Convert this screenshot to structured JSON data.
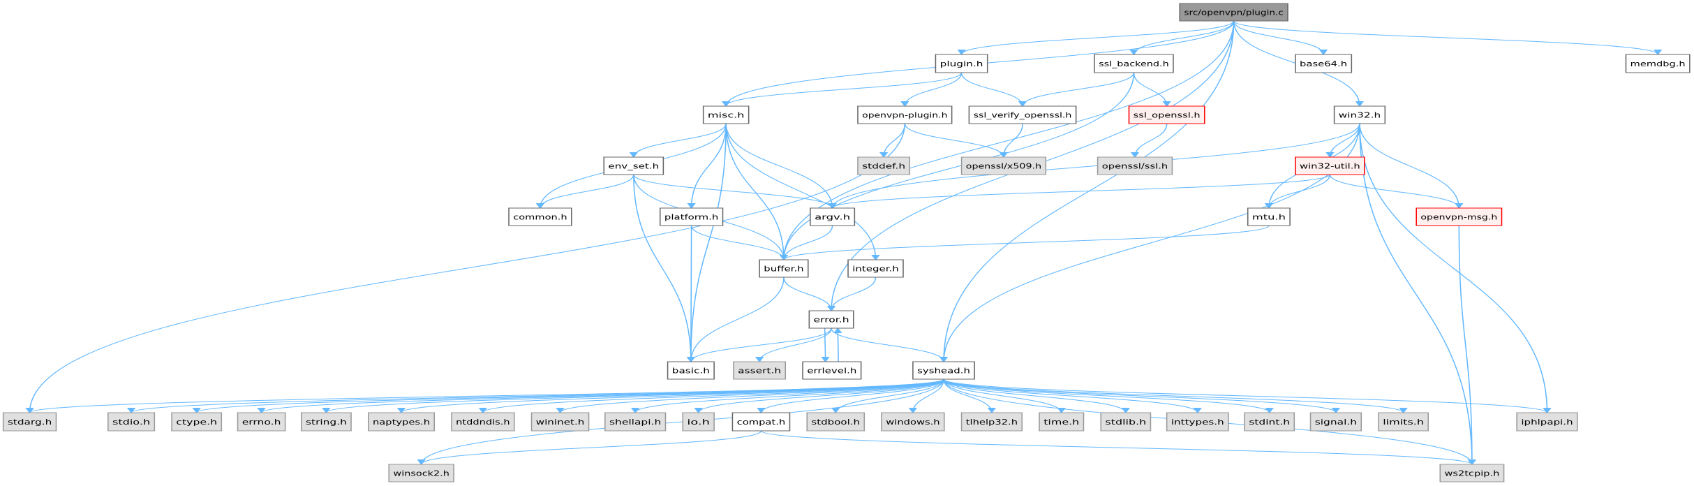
{
  "diagram": {
    "type": "include-dependency-graph",
    "colors": {
      "edge": "#63b8ff",
      "root_fill": "#999999",
      "normal_fill": "#ffffff",
      "normal_border": "#666666",
      "external_fill": "#e0e0e0",
      "external_border": "#999999",
      "incomplete_fill": "#fff0f0",
      "incomplete_border": "#ff0000"
    },
    "nodes": [
      {
        "id": "plugin_c",
        "label": "src/openvpn/plugin.c",
        "kind": "root"
      },
      {
        "id": "plugin_h",
        "label": "plugin.h",
        "kind": "normal"
      },
      {
        "id": "ssl_backend",
        "label": "ssl_backend.h",
        "kind": "normal"
      },
      {
        "id": "base64",
        "label": "base64.h",
        "kind": "normal"
      },
      {
        "id": "memdbg",
        "label": "memdbg.h",
        "kind": "normal"
      },
      {
        "id": "misc",
        "label": "misc.h",
        "kind": "normal"
      },
      {
        "id": "openvpn_plugin",
        "label": "openvpn-plugin.h",
        "kind": "normal"
      },
      {
        "id": "ssl_verify",
        "label": "ssl_verify_openssl.h",
        "kind": "normal"
      },
      {
        "id": "ssl_openssl",
        "label": "ssl_openssl.h",
        "kind": "incomplete"
      },
      {
        "id": "win32",
        "label": "win32.h",
        "kind": "normal"
      },
      {
        "id": "env_set",
        "label": "env_set.h",
        "kind": "normal"
      },
      {
        "id": "stddef",
        "label": "stddef.h",
        "kind": "external"
      },
      {
        "id": "x509",
        "label": "openssl/x509.h",
        "kind": "external"
      },
      {
        "id": "openssl_ssl",
        "label": "openssl/ssl.h",
        "kind": "external"
      },
      {
        "id": "win32_util",
        "label": "win32-util.h",
        "kind": "incomplete"
      },
      {
        "id": "common",
        "label": "common.h",
        "kind": "normal"
      },
      {
        "id": "platform",
        "label": "platform.h",
        "kind": "normal"
      },
      {
        "id": "argv",
        "label": "argv.h",
        "kind": "normal"
      },
      {
        "id": "mtu",
        "label": "mtu.h",
        "kind": "normal"
      },
      {
        "id": "openvpn_msg",
        "label": "openvpn-msg.h",
        "kind": "incomplete"
      },
      {
        "id": "buffer",
        "label": "buffer.h",
        "kind": "normal"
      },
      {
        "id": "integer",
        "label": "integer.h",
        "kind": "normal"
      },
      {
        "id": "error",
        "label": "error.h",
        "kind": "normal"
      },
      {
        "id": "basic",
        "label": "basic.h",
        "kind": "normal"
      },
      {
        "id": "assert",
        "label": "assert.h",
        "kind": "external"
      },
      {
        "id": "errlevel",
        "label": "errlevel.h",
        "kind": "normal"
      },
      {
        "id": "syshead",
        "label": "syshead.h",
        "kind": "normal"
      },
      {
        "id": "stdarg",
        "label": "stdarg.h",
        "kind": "external"
      },
      {
        "id": "stdio",
        "label": "stdio.h",
        "kind": "external"
      },
      {
        "id": "ctype",
        "label": "ctype.h",
        "kind": "external"
      },
      {
        "id": "errno",
        "label": "errno.h",
        "kind": "external"
      },
      {
        "id": "string",
        "label": "string.h",
        "kind": "external"
      },
      {
        "id": "naptypes",
        "label": "naptypes.h",
        "kind": "external"
      },
      {
        "id": "ntddndis",
        "label": "ntddndis.h",
        "kind": "external"
      },
      {
        "id": "wininet",
        "label": "wininet.h",
        "kind": "external"
      },
      {
        "id": "shellapi",
        "label": "shellapi.h",
        "kind": "external"
      },
      {
        "id": "io",
        "label": "io.h",
        "kind": "external"
      },
      {
        "id": "compat",
        "label": "compat.h",
        "kind": "normal"
      },
      {
        "id": "stdbool",
        "label": "stdbool.h",
        "kind": "external"
      },
      {
        "id": "windows",
        "label": "windows.h",
        "kind": "external"
      },
      {
        "id": "tlhelp32",
        "label": "tlhelp32.h",
        "kind": "external"
      },
      {
        "id": "time",
        "label": "time.h",
        "kind": "external"
      },
      {
        "id": "stdlib",
        "label": "stdlib.h",
        "kind": "external"
      },
      {
        "id": "inttypes",
        "label": "inttypes.h",
        "kind": "external"
      },
      {
        "id": "stdint",
        "label": "stdint.h",
        "kind": "external"
      },
      {
        "id": "signal",
        "label": "signal.h",
        "kind": "external"
      },
      {
        "id": "limits",
        "label": "limits.h",
        "kind": "external"
      },
      {
        "id": "iphlpapi",
        "label": "iphlpapi.h",
        "kind": "external"
      },
      {
        "id": "winsock2",
        "label": "winsock2.h",
        "kind": "external"
      },
      {
        "id": "ws2tcpip",
        "label": "ws2tcpip.h",
        "kind": "external"
      }
    ],
    "edges": [
      [
        "plugin_c",
        "misc"
      ],
      [
        "plugin_c",
        "plugin_h"
      ],
      [
        "plugin_c",
        "buffer"
      ],
      [
        "plugin_c",
        "ssl_backend"
      ],
      [
        "plugin_c",
        "error"
      ],
      [
        "plugin_c",
        "base64"
      ],
      [
        "plugin_c",
        "win32"
      ],
      [
        "plugin_c",
        "syshead"
      ],
      [
        "plugin_c",
        "memdbg"
      ],
      [
        "plugin_h",
        "misc"
      ],
      [
        "plugin_h",
        "openvpn_plugin"
      ],
      [
        "plugin_h",
        "ssl_verify"
      ],
      [
        "ssl_backend",
        "ssl_verify"
      ],
      [
        "ssl_backend",
        "ssl_openssl"
      ],
      [
        "ssl_backend",
        "buffer"
      ],
      [
        "openvpn_plugin",
        "stddef"
      ],
      [
        "openvpn_plugin",
        "x509"
      ],
      [
        "openvpn_plugin",
        "stdarg"
      ],
      [
        "ssl_verify",
        "x509"
      ],
      [
        "ssl_openssl",
        "openssl_ssl"
      ],
      [
        "misc",
        "env_set"
      ],
      [
        "misc",
        "common"
      ],
      [
        "misc",
        "platform"
      ],
      [
        "misc",
        "argv"
      ],
      [
        "misc",
        "buffer"
      ],
      [
        "misc",
        "integer"
      ],
      [
        "misc",
        "basic"
      ],
      [
        "env_set",
        "common"
      ],
      [
        "env_set",
        "argv"
      ],
      [
        "env_set",
        "buffer"
      ],
      [
        "env_set",
        "basic"
      ],
      [
        "platform",
        "buffer"
      ],
      [
        "platform",
        "basic"
      ],
      [
        "argv",
        "buffer"
      ],
      [
        "win32",
        "argv"
      ],
      [
        "win32",
        "mtu"
      ],
      [
        "win32",
        "win32_util"
      ],
      [
        "win32",
        "openvpn_msg"
      ],
      [
        "win32",
        "syshead"
      ],
      [
        "win32",
        "iphlpapi"
      ],
      [
        "win32",
        "ws2tcpip"
      ],
      [
        "win32_util",
        "argv"
      ],
      [
        "win32_util",
        "mtu"
      ],
      [
        "win32_util",
        "openvpn_msg"
      ],
      [
        "mtu",
        "buffer"
      ],
      [
        "openvpn_msg",
        "ws2tcpip"
      ],
      [
        "buffer",
        "basic"
      ],
      [
        "buffer",
        "error"
      ],
      [
        "integer",
        "error"
      ],
      [
        "error",
        "basic"
      ],
      [
        "error",
        "assert"
      ],
      [
        "error",
        "errlevel"
      ],
      [
        "error",
        "syshead"
      ],
      [
        "errlevel",
        "error"
      ],
      [
        "syshead",
        "stdarg"
      ],
      [
        "syshead",
        "stdio"
      ],
      [
        "syshead",
        "ctype"
      ],
      [
        "syshead",
        "errno"
      ],
      [
        "syshead",
        "string"
      ],
      [
        "syshead",
        "naptypes"
      ],
      [
        "syshead",
        "ntddndis"
      ],
      [
        "syshead",
        "wininet"
      ],
      [
        "syshead",
        "shellapi"
      ],
      [
        "syshead",
        "io"
      ],
      [
        "syshead",
        "compat"
      ],
      [
        "syshead",
        "stdbool"
      ],
      [
        "syshead",
        "windows"
      ],
      [
        "syshead",
        "tlhelp32"
      ],
      [
        "syshead",
        "time"
      ],
      [
        "syshead",
        "stdlib"
      ],
      [
        "syshead",
        "inttypes"
      ],
      [
        "syshead",
        "stdint"
      ],
      [
        "syshead",
        "signal"
      ],
      [
        "syshead",
        "limits"
      ],
      [
        "syshead",
        "iphlpapi"
      ],
      [
        "syshead",
        "winsock2"
      ],
      [
        "syshead",
        "ws2tcpip"
      ],
      [
        "compat",
        "winsock2"
      ],
      [
        "compat",
        "ws2tcpip"
      ]
    ]
  }
}
